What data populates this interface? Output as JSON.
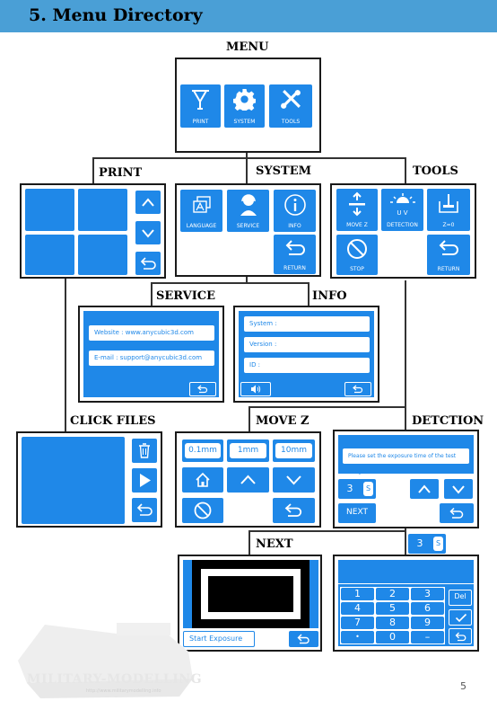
{
  "header": {
    "title": "5. Menu Directory",
    "color": "#4a9fd6"
  },
  "accent": "#1f88e8",
  "menu": {
    "label": "MENU",
    "print": "PRINT",
    "system": "SYSTEM",
    "tools": "TOOLS"
  },
  "print_section": {
    "label": "PRINT"
  },
  "system_section": {
    "label": "SYSTEM",
    "language": "LANGUAGE",
    "service": "SERVICE",
    "info": "INFO",
    "return": "RETURN"
  },
  "tools_section": {
    "label": "TOOLS",
    "move_z": "MOVE Z",
    "detection": "DETECTION",
    "detection_icon_text": "U V",
    "z0": "Z=0",
    "stop": "STOP",
    "return": "RETURN"
  },
  "service": {
    "label": "SERVICE",
    "website": "Website : www.anycubic3d.com",
    "email": "E-mail : support@anycubic3d.com"
  },
  "info": {
    "label": "INFO",
    "system": "System :",
    "version": "Version :",
    "id": "ID :"
  },
  "click_files": {
    "label": "CLICK FILES"
  },
  "move_z": {
    "label": "MOVE Z",
    "step1": "0.1mm",
    "step2": "1mm",
    "step3": "10mm"
  },
  "detection": {
    "label": "DETCTION",
    "message": "Please set the exposure time of the test image.",
    "value": "3",
    "unit": "S",
    "next": "NEXT"
  },
  "next_section": {
    "label": "NEXT",
    "start_exposure": "Start Exposure"
  },
  "keypad": {
    "value": "3",
    "unit": "S",
    "k1": "1",
    "k2": "2",
    "k3": "3",
    "k4": "4",
    "k5": "5",
    "k6": "6",
    "k7": "7",
    "k8": "8",
    "k9": "9",
    "kdot": "•",
    "k0": "0",
    "kminus": "–",
    "del": "Del"
  },
  "watermark": {
    "text": "MILITARY-MODELLING",
    "url": "http://www.militarymodelling.info"
  },
  "page_number": "5"
}
